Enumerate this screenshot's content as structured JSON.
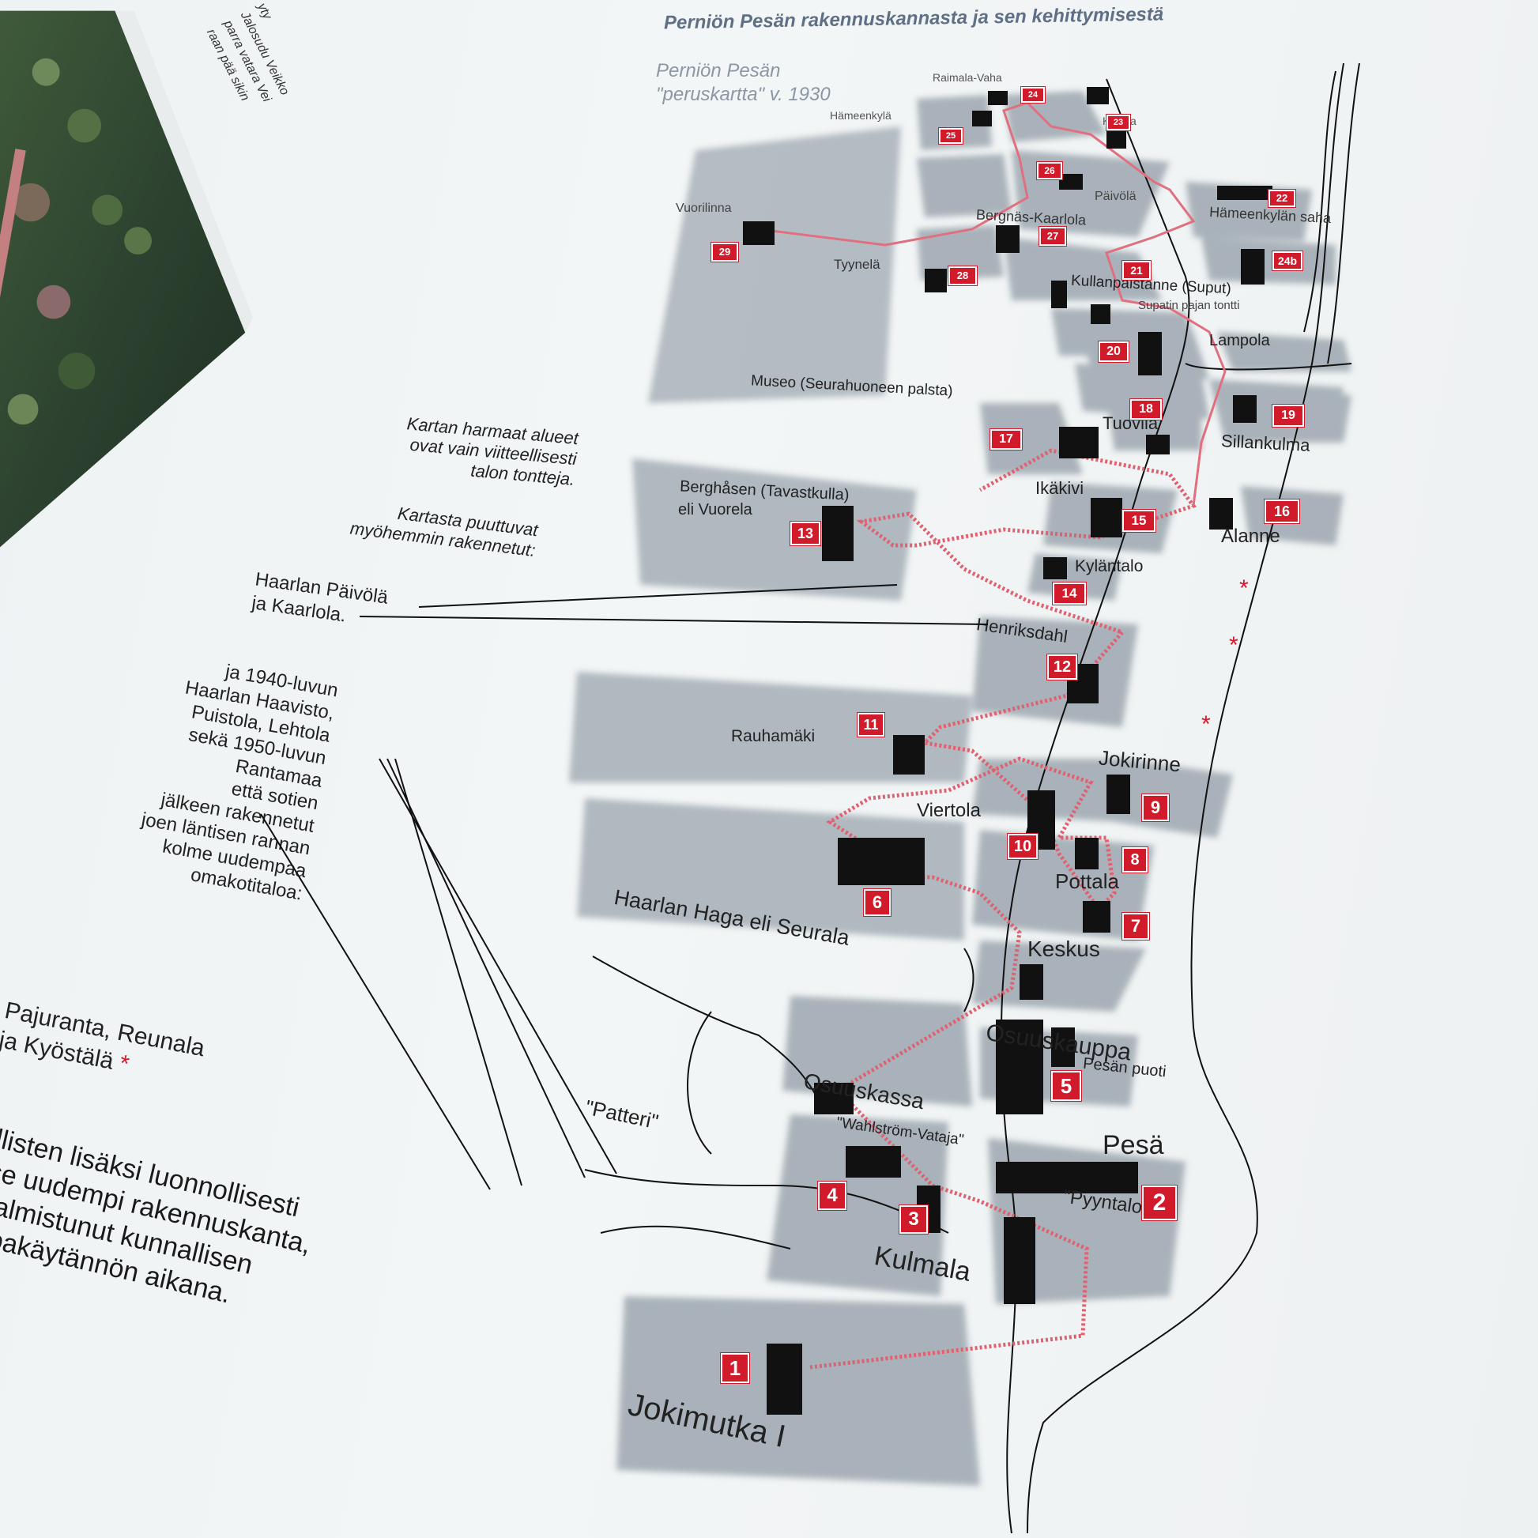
{
  "header": {
    "title": "Perniön Pesän rakennuskannasta ja sen kehittymisestä",
    "map_caption": [
      "Perniön Pesän",
      "\"peruskartta\" v. 1930"
    ]
  },
  "left_page": {
    "col1": [
      "...",
      "...",
      "..."
    ],
    "col_text_top": [
      "yty",
      "Jalosudu Veikko",
      "parra vatara Vei",
      "raan pää sikin"
    ]
  },
  "notes": {
    "grey_areas": [
      "Kartan harmaat alueet",
      "ovat vain viitteellisesti",
      "talon tontteja."
    ],
    "missing": [
      "Kartasta puuttuvat",
      "myöhemmin rakennetut:"
    ],
    "haarla": [
      "Haarlan Päivölä",
      "ja Kaarlola."
    ],
    "later": [
      "ja 1940-luvun",
      "Haarlan Haavisto,",
      "Puistola, Lehtola",
      "sekä 1950-luvun",
      "Rantamaa",
      "että sotien",
      "jälkeen rakennetut",
      "joen läntisen rannan",
      "kolme uudempaa",
      "omakotitaloa:"
    ],
    "houses": [
      "Pajuranta, Reunala",
      "ja Kyöstälä"
    ],
    "asterisk": "*",
    "body": [
      "llisten lisäksi luonnollisesti",
      "se uudempi rakennuskanta,",
      "valmistunut kunnallisen",
      "upakäytännön aikana."
    ]
  },
  "map": {
    "labels": {
      "raimala": "Raimala-Vaha",
      "hameenkyla_small": "Hämeenkylä",
      "kultala": "Kultala",
      "vuorilinna": "Vuorilinna",
      "paivola": "Päivölä",
      "bergnas": "Bergnäs-Kaarlola",
      "tyynela": "Tyynelä",
      "saha": "Hämeenkylän saha",
      "kullanpalstanne": "Kullanpalstanne (Suput)",
      "supatin": "Supatin pajan tontti",
      "lampola": "Lampola",
      "museo": "Museo (Seurahuoneen palsta)",
      "tuovila": "Tuovila",
      "sillankulma": "Sillankulma",
      "berghasen": "Berghåsen (Tavastkulla)",
      "vuorela": "eli Vuorela",
      "ikakivi": "Ikäkivi",
      "alanne": "Alanne",
      "kylantalo": "Kyläntalo",
      "henriksdahl": "Henriksdahl",
      "rauhamaki": "Rauhamäki",
      "jokirinne": "Jokirinne",
      "viertola": "Viertola",
      "pottala": "Pottala",
      "haga": "Haarlan Haga eli Seurala",
      "keskus": "Keskus",
      "osuuskauppa": "Osuuskauppa",
      "pesan_puoti": "Pesän puoti",
      "patteri": "\"Patteri\"",
      "osuuskassa": "Osuuskassa",
      "wahlstrom": "\"Wahlström-Vataja\"",
      "pesa": "Pesä",
      "pyyntalo": "\"Pyyntalo\"",
      "kulmala": "Kulmala",
      "jokimutka": "Jokimutka I"
    },
    "markers": [
      "1",
      "2",
      "3",
      "4",
      "5",
      "6",
      "7",
      "8",
      "9",
      "10",
      "11",
      "12",
      "13",
      "14",
      "15",
      "16",
      "17",
      "18",
      "19",
      "20",
      "21",
      "22",
      "23",
      "24",
      "24b",
      "25",
      "26",
      "27",
      "28",
      "29"
    ],
    "asterisks": [
      "*",
      "*",
      "*"
    ],
    "colors": {
      "plot": "#a9b2ba",
      "marker": "#d11a2a",
      "route": "#e06070",
      "building": "#111111"
    }
  }
}
